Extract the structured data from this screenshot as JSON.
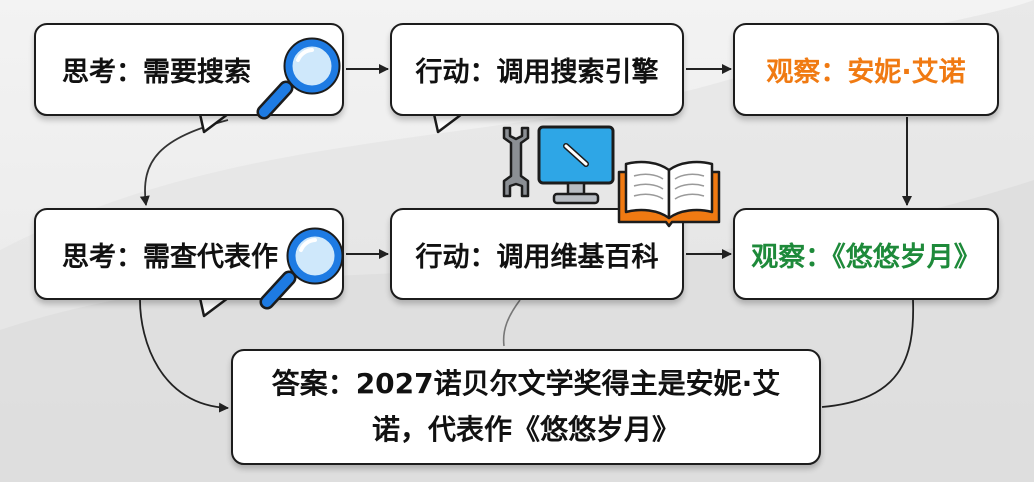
{
  "diagram": {
    "steps": {
      "think_1": "思考：需要搜索",
      "action_1": "行动：调用搜索引擎",
      "observe_1": "观察：安妮·艾诺",
      "think_2": "思考：需查代表作",
      "action_2": "行动：调用维基百科",
      "observe_2": "观察：《悠悠岁月》"
    },
    "answer": {
      "line_1": "答案：2027诺贝尔文学奖得主是安妮·艾",
      "line_2": "诺，代表作《悠悠岁月》"
    }
  },
  "colors": {
    "observe_1_text": "#f07a12",
    "observe_2_text": "#1e8a3a",
    "magnifier_blue": "#1e7be3",
    "book_orange": "#f07a12",
    "monitor_blue": "#2ea6e6",
    "border": "#1c1c1c"
  },
  "icons": [
    "magnifier-icon",
    "wrench-icon",
    "monitor-icon",
    "open-book-icon"
  ]
}
